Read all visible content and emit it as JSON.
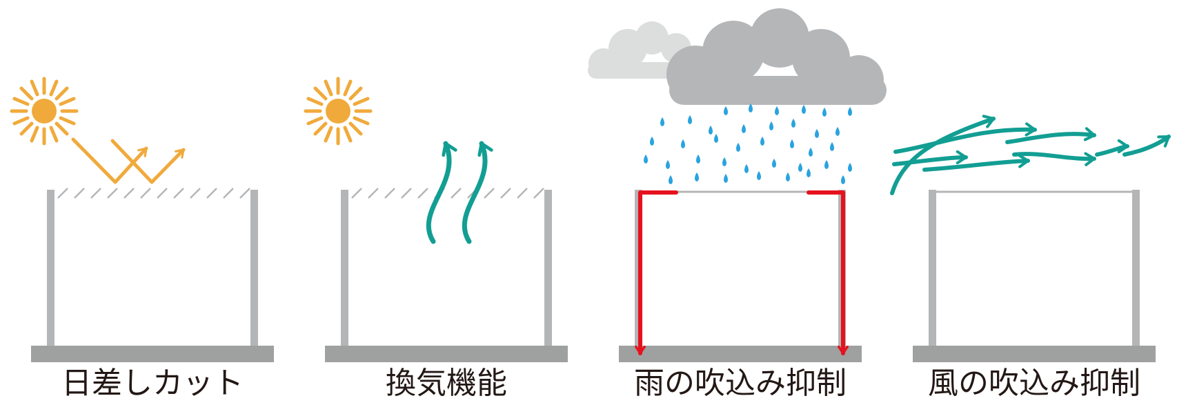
{
  "panels": [
    {
      "id": "sunshade",
      "caption": "日差しカット",
      "icons": [
        "sun-icon",
        "reflected-sun-ray-arrow"
      ]
    },
    {
      "id": "ventilation",
      "caption": "換気機能",
      "icons": [
        "sun-icon",
        "warm-air-up-arrow"
      ]
    },
    {
      "id": "rain",
      "caption": "雨の吹込み抑制",
      "icons": [
        "cloud-icon",
        "raindrop-icon",
        "rain-runoff-arrow"
      ]
    },
    {
      "id": "wind",
      "caption": "風の吹込み抑制",
      "icons": [
        "wind-arrow-icon"
      ]
    }
  ],
  "colors": {
    "sun": "#F0AA3C",
    "air_arrow": "#129E93",
    "rain_drop": "#2AA3DF",
    "rain_runoff": "#E5121E",
    "frame": "#B4B5B6",
    "floor": "#9FA0A0",
    "cloud_front": "#B5B6B8",
    "cloud_back": "#DCDDDD",
    "caption_text": "#231815"
  }
}
